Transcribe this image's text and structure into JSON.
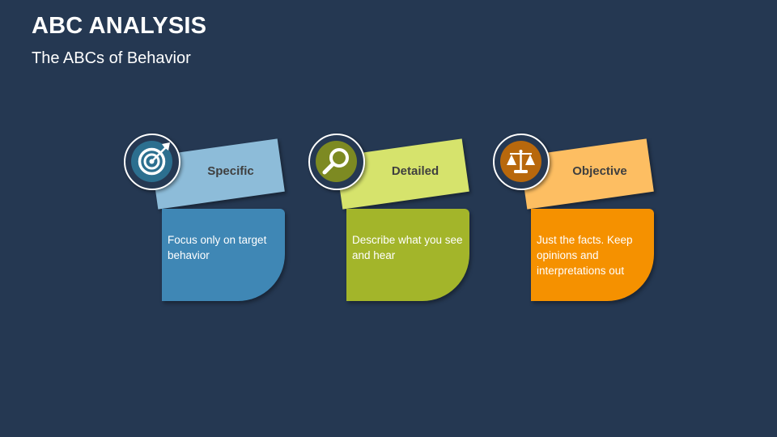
{
  "header": {
    "title": "ABC ANALYSIS",
    "subtitle": "The ABCs of Behavior"
  },
  "cards": [
    {
      "label": "Specific",
      "text": "Focus only on target behavior",
      "icon": "target-icon",
      "tag_color": "#8dbcd9",
      "body_color": "#3f87b5",
      "icon_color": "#2c6f8f"
    },
    {
      "label": "Detailed",
      "text": "Describe what you see and hear",
      "icon": "magnifier-icon",
      "tag_color": "#d6e36c",
      "body_color": "#a3b52a",
      "icon_color": "#7d8a22"
    },
    {
      "label": "Objective",
      "text": "Just the facts. Keep opinions and interpretations out",
      "icon": "scales-icon",
      "tag_color": "#fdbe62",
      "body_color": "#f59100",
      "icon_color": "#b8680c"
    }
  ]
}
